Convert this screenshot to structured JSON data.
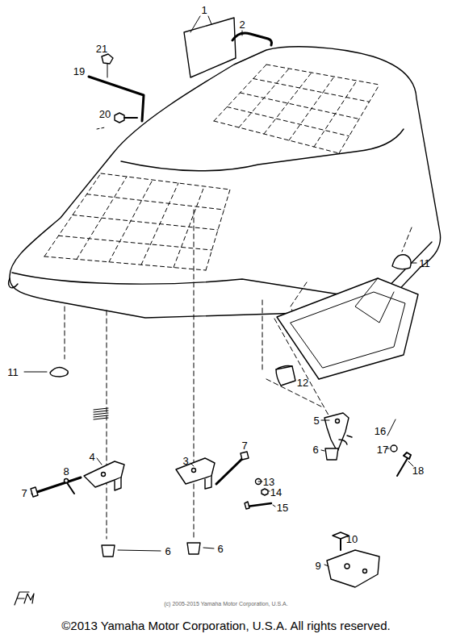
{
  "diagram": {
    "caption": "©2013 Yamaha Motor Corporation, U.S.A. All rights reserved.",
    "labels": [
      "1",
      "2",
      "21",
      "19",
      "20",
      "11",
      "11",
      "12",
      "5",
      "16",
      "17",
      "7",
      "6",
      "4",
      "3",
      "18",
      "8",
      "13",
      "14",
      "7",
      "15",
      "10",
      "6",
      "6",
      "9",
      "(c) 2005-2015 Yamaha Motor Corporation, U.S.A."
    ]
  }
}
